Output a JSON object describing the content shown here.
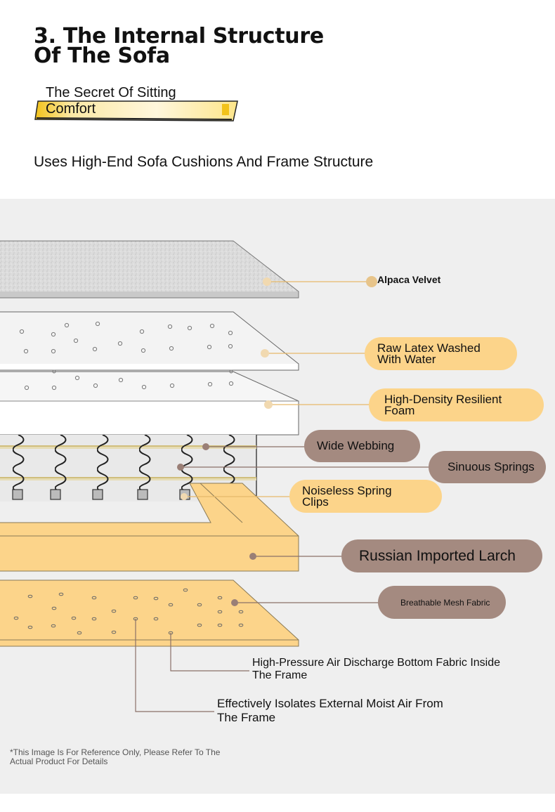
{
  "header": {
    "title_line1": "3. The Internal Structure",
    "title_line2": "Of The Sofa",
    "subtitle_line1": "The Secret Of Sitting",
    "subtitle_line2": "Comfort",
    "description": "Uses High-End Sofa Cushions And Frame Structure"
  },
  "colors": {
    "panel_bg": "#efefef",
    "label_yellow": "#fcd48a",
    "label_brown": "#a48a80",
    "wood": "#fcd48a",
    "velvet": "#dcdcdc"
  },
  "labels": {
    "alpaca_velvet": "Alpaca Velvet",
    "raw_latex_line1": "Raw Latex Washed",
    "raw_latex_line2": "With Water",
    "foam_line1": "High-Density Resilient",
    "foam_line2": "Foam",
    "wide_webbing": "Wide Webbing",
    "sinuous_springs": "Sinuous Springs",
    "spring_clips_line1": "Noiseless Spring",
    "spring_clips_line2": "Clips",
    "larch": "Russian Imported Larch",
    "mesh_fabric": "Breathable Mesh Fabric"
  },
  "notes": {
    "air_discharge_line1": "High-Pressure Air Discharge Bottom Fabric Inside",
    "air_discharge_line2": "The Frame",
    "isolates_line1": "Effectively Isolates External Moist Air From",
    "isolates_line2": "The Frame"
  },
  "footer": {
    "disclaimer_line1": "*This Image Is For Reference Only, Please Refer To The",
    "disclaimer_line2": "Actual Product For Details"
  }
}
